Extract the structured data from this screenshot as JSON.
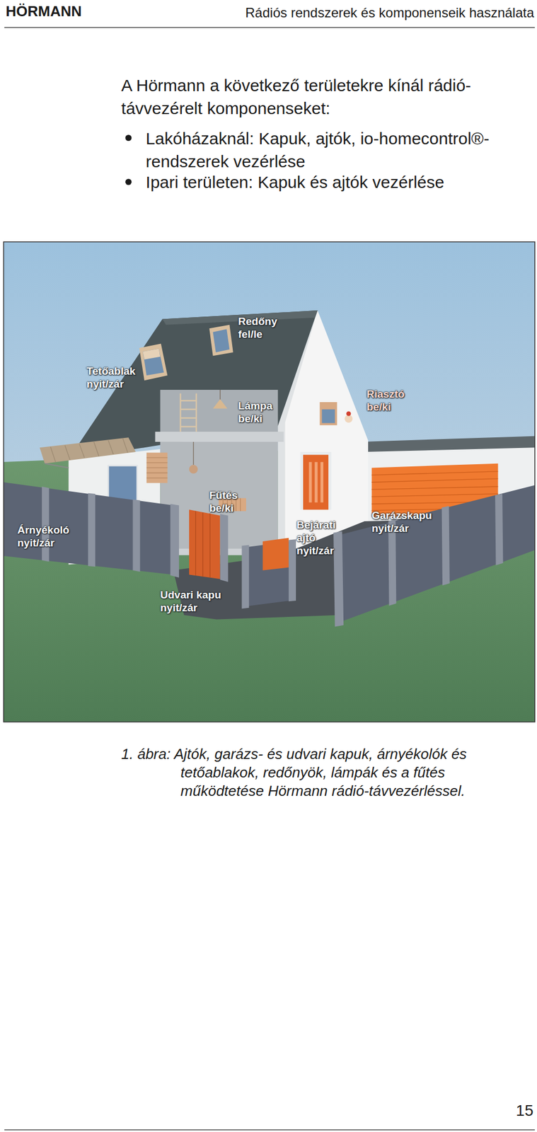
{
  "diagram": {
    "caption": "1. ábra: Ajtók, garázs- és udvari kapuk, árnyékolók és tetőablakok, redőnyök, lámpák és a fűtés működtetése Hörmann rádió-távvezérléssel.",
    "labels": [
      "HÖRMANN",
      "Rádiós rendszerek és komponenseik használata",
      "A Hörmann a következő területekre kínál rádió-távvezérelt komponenseket:",
      "Lakóházaknál: Kapuk, ajtók, io-homecontrol®-rendszerek vezérlése",
      "Ipari területen: Kapuk és ajtók vezérlése",
      "Redőny fel/le",
      "Tetőablak nyit/zár",
      "Lámpa be/ki",
      "Riasztó be/ki",
      "Fűtés be/ki",
      "Árnyékoló nyit/zár",
      "Bejárati ajtó nyit/zár",
      "Garázskapu nyit/zár",
      "Udvari kapu nyit/zár",
      "15"
    ]
  }
}
